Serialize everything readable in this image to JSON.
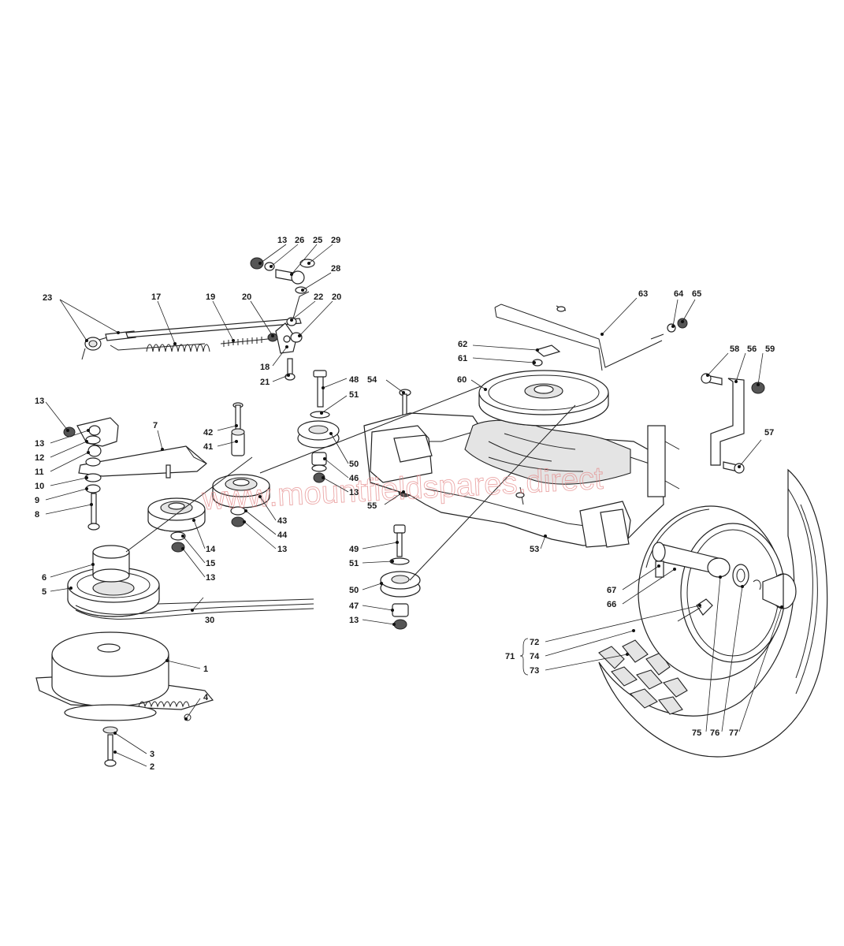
{
  "watermark": "www.mountfieldspares.direct",
  "callouts": [
    {
      "id": "c13a",
      "text": "13"
    },
    {
      "id": "c26",
      "text": "26"
    },
    {
      "id": "c25",
      "text": "25"
    },
    {
      "id": "c29",
      "text": "29"
    },
    {
      "id": "c28",
      "text": "28"
    },
    {
      "id": "c23",
      "text": "23"
    },
    {
      "id": "c17",
      "text": "17"
    },
    {
      "id": "c19",
      "text": "19"
    },
    {
      "id": "c20a",
      "text": "20"
    },
    {
      "id": "c22",
      "text": "22"
    },
    {
      "id": "c20b",
      "text": "20"
    },
    {
      "id": "c18",
      "text": "18"
    },
    {
      "id": "c21",
      "text": "21"
    },
    {
      "id": "c63",
      "text": "63"
    },
    {
      "id": "c64",
      "text": "64"
    },
    {
      "id": "c65",
      "text": "65"
    },
    {
      "id": "c62",
      "text": "62"
    },
    {
      "id": "c61",
      "text": "61"
    },
    {
      "id": "c60",
      "text": "60"
    },
    {
      "id": "c58",
      "text": "58"
    },
    {
      "id": "c56",
      "text": "56"
    },
    {
      "id": "c59",
      "text": "59"
    },
    {
      "id": "c48",
      "text": "48"
    },
    {
      "id": "c51a",
      "text": "51"
    },
    {
      "id": "c54",
      "text": "54"
    },
    {
      "id": "c42",
      "text": "42"
    },
    {
      "id": "c41",
      "text": "41"
    },
    {
      "id": "c13b",
      "text": "13"
    },
    {
      "id": "c13c",
      "text": "13"
    },
    {
      "id": "c12",
      "text": "12"
    },
    {
      "id": "c11",
      "text": "11"
    },
    {
      "id": "c10",
      "text": "10"
    },
    {
      "id": "c9",
      "text": "9"
    },
    {
      "id": "c8",
      "text": "8"
    },
    {
      "id": "c7",
      "text": "7"
    },
    {
      "id": "c50a",
      "text": "50"
    },
    {
      "id": "c46",
      "text": "46"
    },
    {
      "id": "c13d",
      "text": "13"
    },
    {
      "id": "c55",
      "text": "55"
    },
    {
      "id": "c57",
      "text": "57"
    },
    {
      "id": "c43",
      "text": "43"
    },
    {
      "id": "c44",
      "text": "44"
    },
    {
      "id": "c13e",
      "text": "13"
    },
    {
      "id": "c14",
      "text": "14"
    },
    {
      "id": "c15",
      "text": "15"
    },
    {
      "id": "c13f",
      "text": "13"
    },
    {
      "id": "c53",
      "text": "53"
    },
    {
      "id": "c6",
      "text": "6"
    },
    {
      "id": "c5",
      "text": "5"
    },
    {
      "id": "c49",
      "text": "49"
    },
    {
      "id": "c51b",
      "text": "51"
    },
    {
      "id": "c50b",
      "text": "50"
    },
    {
      "id": "c47",
      "text": "47"
    },
    {
      "id": "c13g",
      "text": "13"
    },
    {
      "id": "c30",
      "text": "30"
    },
    {
      "id": "c67",
      "text": "67"
    },
    {
      "id": "c66",
      "text": "66"
    },
    {
      "id": "c72",
      "text": "72"
    },
    {
      "id": "c71",
      "text": "71"
    },
    {
      "id": "c74",
      "text": "74"
    },
    {
      "id": "c73",
      "text": "73"
    },
    {
      "id": "c1",
      "text": "1"
    },
    {
      "id": "c4",
      "text": "4"
    },
    {
      "id": "c3",
      "text": "3"
    },
    {
      "id": "c2",
      "text": "2"
    },
    {
      "id": "c75",
      "text": "75"
    },
    {
      "id": "c76",
      "text": "76"
    },
    {
      "id": "c77",
      "text": "77"
    }
  ]
}
